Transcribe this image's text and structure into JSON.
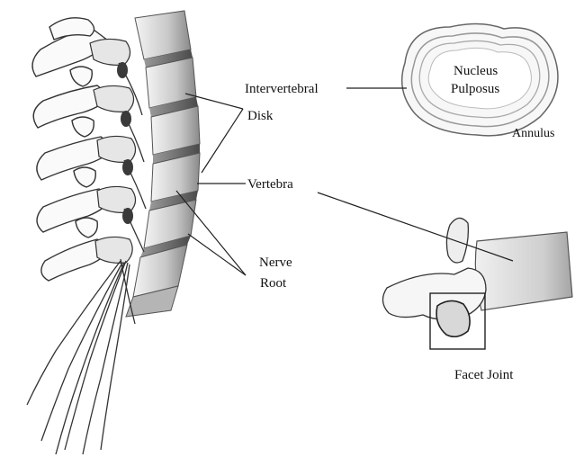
{
  "labels": {
    "intervertebral": "Intervertebral",
    "disk": "Disk",
    "vertebra": "Vertebra",
    "nerve": "Nerve",
    "root": "Root",
    "nucleus": "Nucleus",
    "pulposus": "Pulposus",
    "annulus": "Annulus",
    "facet_joint": "Facet Joint"
  }
}
